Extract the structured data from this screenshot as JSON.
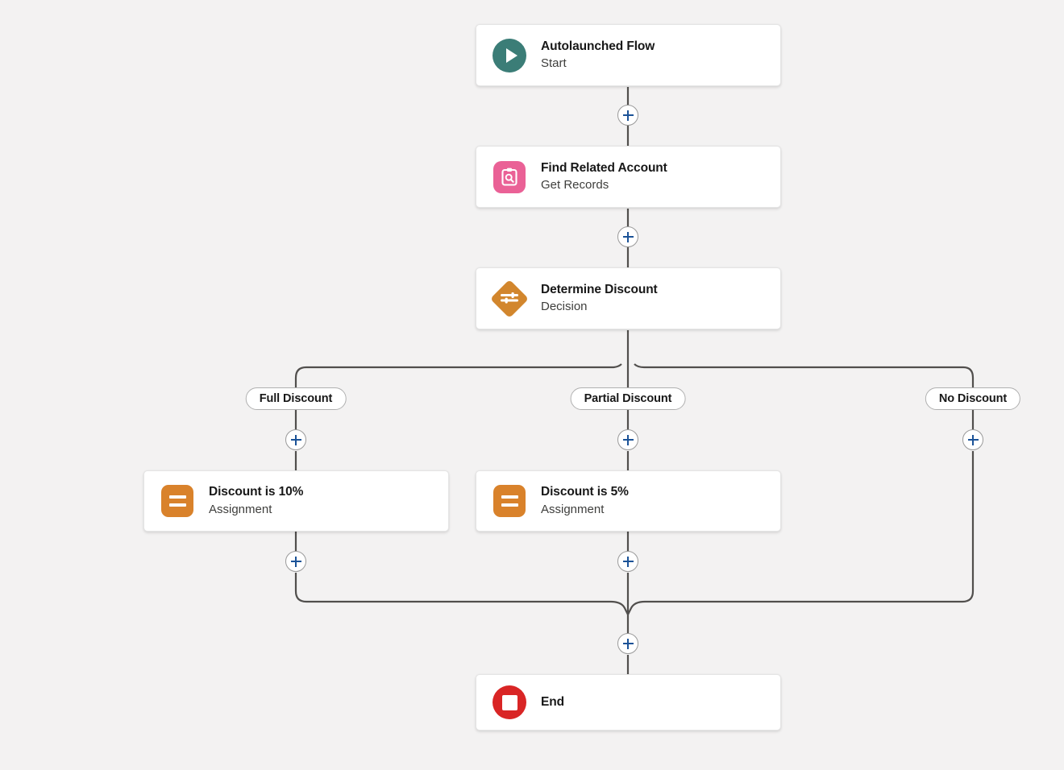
{
  "canvas": {
    "background_color": "#f3f2f2",
    "connector_color": "#514f4d",
    "plus_icon_color": "#1b5297"
  },
  "flow": {
    "nodes": [
      {
        "id": "start",
        "title": "Autolaunched Flow",
        "subtitle": "Start",
        "icon": "play-circle-icon",
        "icon_color": "#3b7d77"
      },
      {
        "id": "get-records",
        "title": "Find Related Account",
        "subtitle": "Get Records",
        "icon": "clipboard-search-icon",
        "icon_color": "#ea6196"
      },
      {
        "id": "decision",
        "title": "Determine Discount",
        "subtitle": "Decision",
        "icon": "decision-diamond-icon",
        "icon_color": "#d2862d"
      },
      {
        "id": "assignment-full",
        "title": "Discount is 10%",
        "subtitle": "Assignment",
        "icon": "assignment-equals-icon",
        "icon_color": "#d9822b"
      },
      {
        "id": "assignment-partial",
        "title": "Discount is 5%",
        "subtitle": "Assignment",
        "icon": "assignment-equals-icon",
        "icon_color": "#d9822b"
      },
      {
        "id": "end",
        "title": "End",
        "subtitle": "",
        "icon": "stop-circle-icon",
        "icon_color": "#d92525"
      }
    ],
    "branch_labels": [
      {
        "id": "branch-full",
        "label": "Full Discount"
      },
      {
        "id": "branch-partial",
        "label": "Partial Discount"
      },
      {
        "id": "branch-none",
        "label": "No Discount"
      }
    ],
    "add_buttons": [
      {
        "id": "add-after-start",
        "label": "+"
      },
      {
        "id": "add-after-get-records",
        "label": "+"
      },
      {
        "id": "add-on-full-branch",
        "label": "+"
      },
      {
        "id": "add-on-partial-branch",
        "label": "+"
      },
      {
        "id": "add-on-no-discount-branch",
        "label": "+"
      },
      {
        "id": "add-after-assignment-full",
        "label": "+"
      },
      {
        "id": "add-after-assignment-partial",
        "label": "+"
      },
      {
        "id": "add-before-end",
        "label": "+"
      }
    ]
  }
}
